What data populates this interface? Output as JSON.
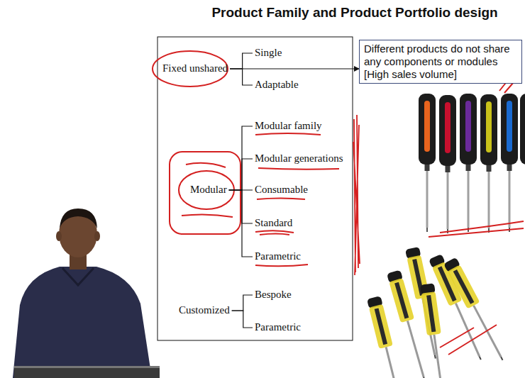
{
  "diagram": {
    "title": "Product Family and Product Portfolio design",
    "nodes": [
      {
        "text": [
          "Fixed unshared"
        ]
      },
      {
        "text": [
          "Single"
        ]
      },
      {
        "text": [
          "Adaptable"
        ]
      },
      {
        "text": [
          "Modular"
        ]
      },
      {
        "text": [
          "Modular family"
        ]
      },
      {
        "text": [
          "Modular generations"
        ]
      },
      {
        "text": [
          "Consumable"
        ]
      },
      {
        "text": [
          "Standard"
        ]
      },
      {
        "text": [
          "Parametric"
        ]
      },
      {
        "text": [
          "Customized"
        ]
      },
      {
        "text": [
          "Bespoke"
        ]
      },
      {
        "text": [
          "Parametric"
        ]
      },
      {
        "text": [
          "Different products do not share any components or modules",
          "[High sales volume]"
        ]
      }
    ],
    "edges": [
      {
        "from": 0,
        "to": 1,
        "arrow": "none"
      },
      {
        "from": 0,
        "to": 2,
        "arrow": "none"
      },
      {
        "from": 0,
        "to": 12,
        "arrow": "to"
      },
      {
        "from": 3,
        "to": 4,
        "arrow": "none"
      },
      {
        "from": 3,
        "to": 5,
        "arrow": "none"
      },
      {
        "from": 3,
        "to": 6,
        "arrow": "none"
      },
      {
        "from": 3,
        "to": 7,
        "arrow": "none"
      },
      {
        "from": 3,
        "to": 8,
        "arrow": "none"
      },
      {
        "from": 9,
        "to": 10,
        "arrow": "none"
      },
      {
        "from": 9,
        "to": 11,
        "arrow": "none"
      }
    ]
  }
}
